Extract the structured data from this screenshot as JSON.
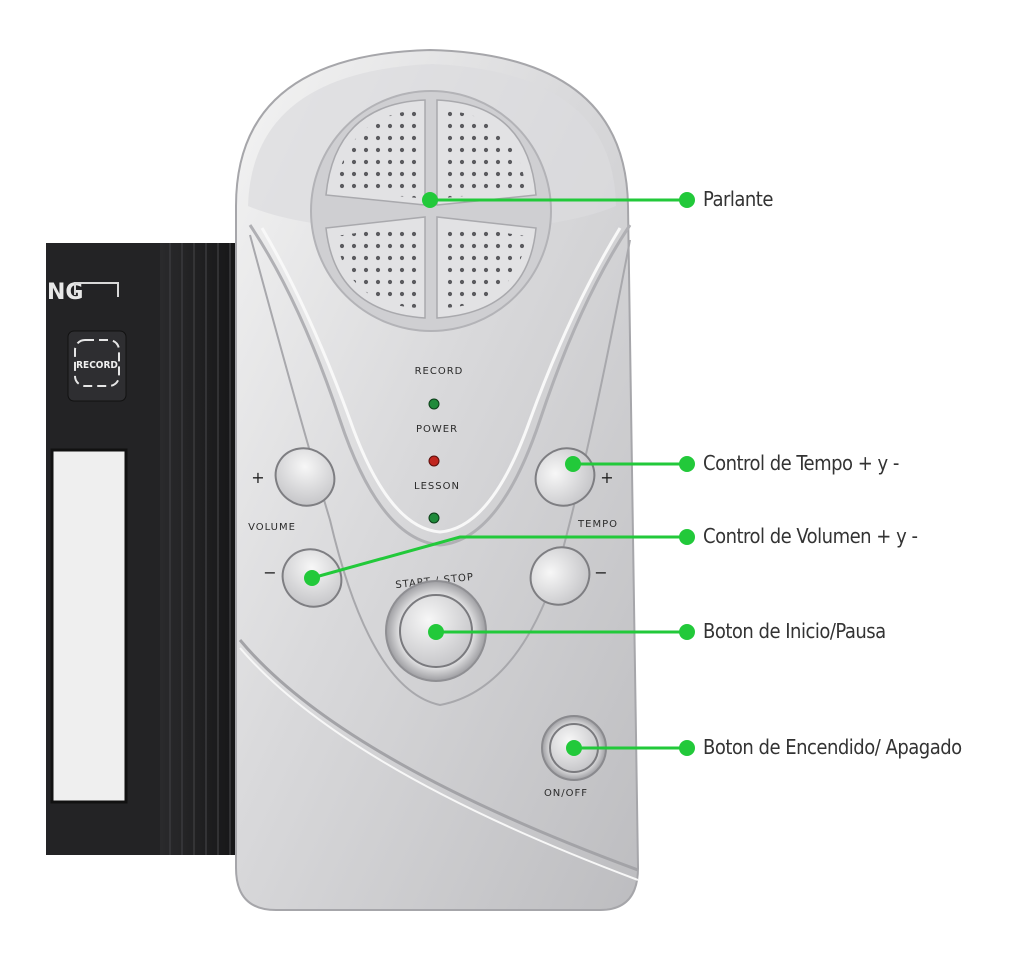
{
  "panel": {
    "record_indicator_label": "RECORD",
    "power_indicator_label": "POWER",
    "lesson_indicator_label": "LESSON",
    "volume_label": "VOLUME",
    "tempo_label": "TEMPO",
    "start_stop_label": "START / STOP",
    "onoff_label": "ON/OFF",
    "plus_sign": "+",
    "minus_sign": "−",
    "led_colors": {
      "record": "#1f8a3a",
      "power": "#c0261f",
      "lesson": "#1f8a3a"
    }
  },
  "keyboard": {
    "record_button_label": "RECORD",
    "logo_fragment": "NG"
  },
  "callouts": {
    "accent_color": "#22c93a",
    "items": [
      {
        "label": "Parlante"
      },
      {
        "label": "Control de Tempo + y -"
      },
      {
        "label": "Control de Volumen + y -"
      },
      {
        "label": "Boton de Inicio/Pausa"
      },
      {
        "label": "Boton de Encendido/ Apagado"
      }
    ]
  }
}
